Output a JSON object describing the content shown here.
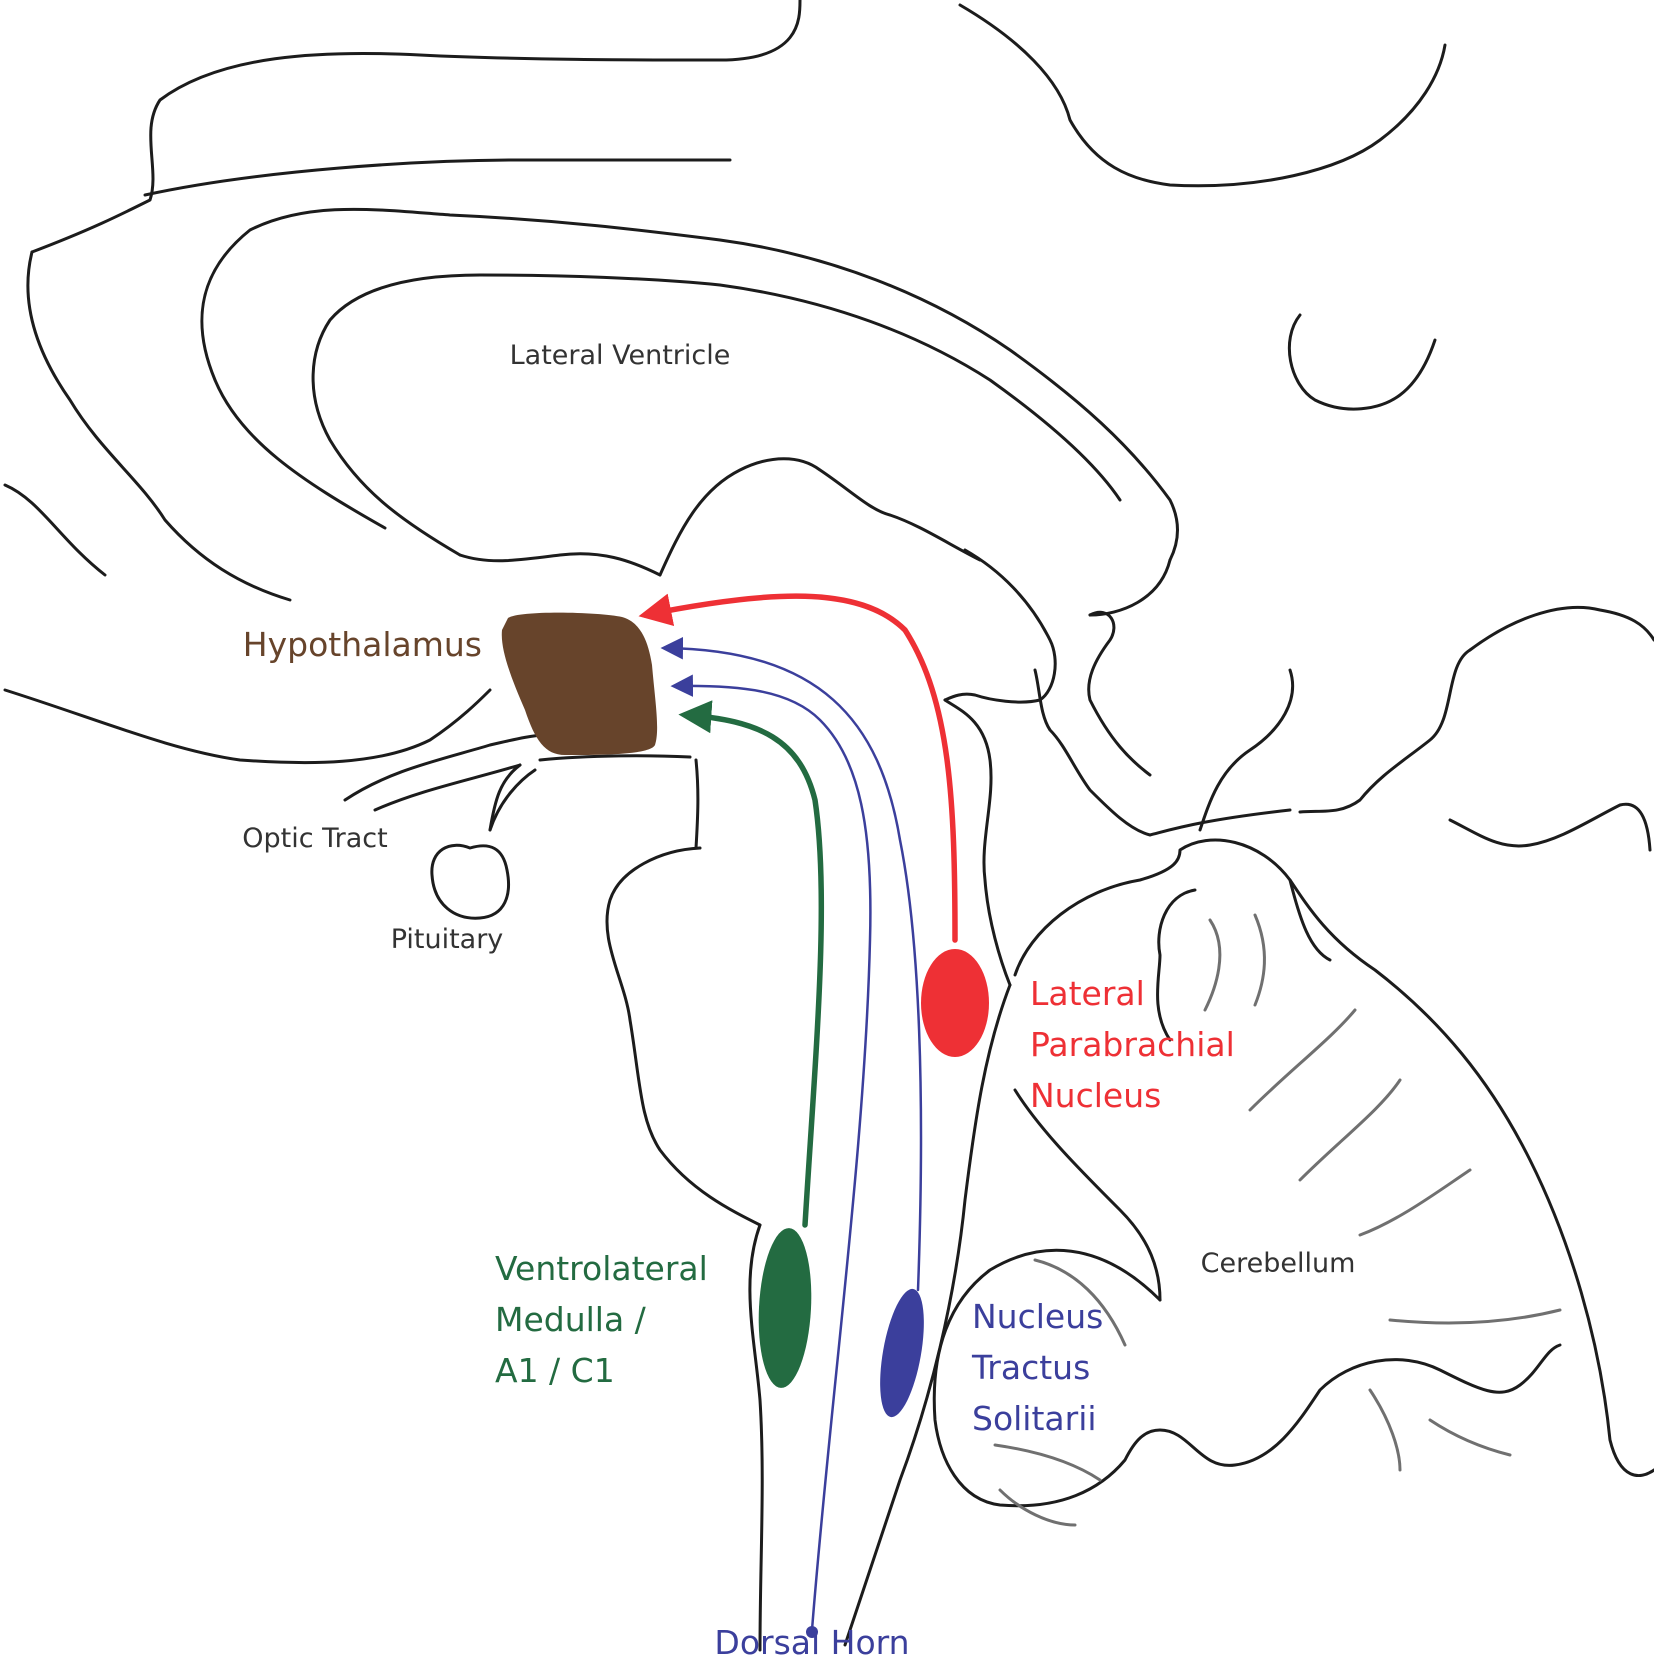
{
  "labels": {
    "lateral_ventricle": "Lateral Ventricle",
    "hypothalamus": "Hypothalamus",
    "optic_tract": "Optic Tract",
    "pituitary": "Pituitary",
    "cerebellum": "Cerebellum",
    "lateral_parabrachial": [
      "Lateral",
      "Parabrachial",
      "Nucleus"
    ],
    "ventrolateral_medulla": [
      "Ventrolateral",
      "Medulla /",
      "A1 / C1"
    ],
    "nucleus_tractus_solitarii": [
      "Nucleus",
      "Tractus",
      "Solitarii"
    ],
    "dorsal_horn": "Dorsal Horn"
  },
  "colors": {
    "outline": "#1c1c1c",
    "cerebellum_folds": "#707070",
    "hypothalamus": "#67442b",
    "parabrachial": "#ee3035",
    "ventrolateral_medulla": "#236b41",
    "nucleus_tractus_solitarii": "#3b3f9c",
    "text_neutral": "#333333"
  }
}
